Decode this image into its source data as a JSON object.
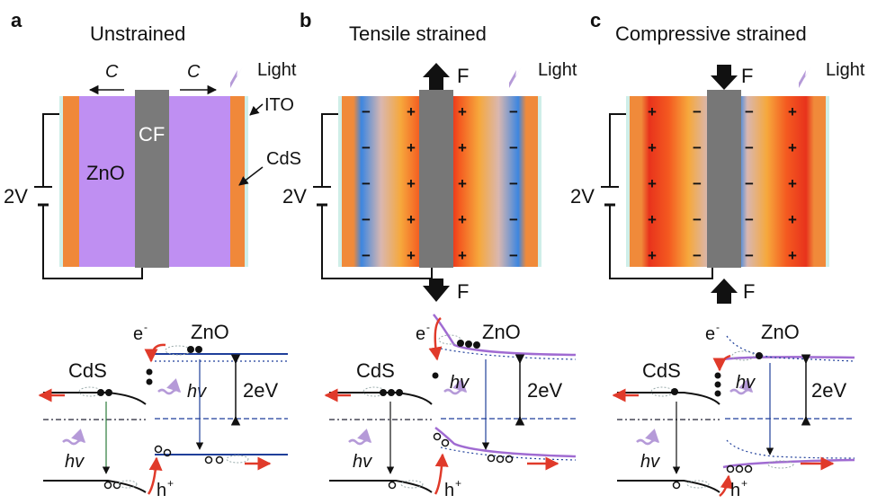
{
  "panels": [
    {
      "letter": "a",
      "title": "Unstrained",
      "force": "",
      "signs": {
        "near": "",
        "far": ""
      }
    },
    {
      "letter": "b",
      "title": "Tensile strained",
      "force": "F",
      "signs": {
        "near": "+",
        "far": "−"
      }
    },
    {
      "letter": "c",
      "title": "Compressive strained",
      "force": "F",
      "signs": {
        "near": "−",
        "far": "+"
      }
    }
  ],
  "labels": {
    "light": "Light",
    "ito": "ITO",
    "cds": "CdS",
    "zno": "ZnO",
    "cf": "CF",
    "c": "C",
    "voltage": "2V",
    "gap": "2eV",
    "hv": "hv",
    "electron": "e",
    "electron_sup": "-",
    "hole": "h",
    "hole_sup": "+"
  },
  "colors": {
    "cds_layer": "#f0883a",
    "ito_layer": "#cfeee8",
    "zno_unstrained": "#bf8ff2",
    "carbon_fiber": "#7a7a7a",
    "positive_region": "#ec3a1e",
    "negative_region": "#3f8fe6",
    "band_line": "#1f3f9a",
    "piezo_band": "#a06bd2",
    "transport_arrow": "#e03a2a",
    "light_arrow": "#b59ad8"
  }
}
